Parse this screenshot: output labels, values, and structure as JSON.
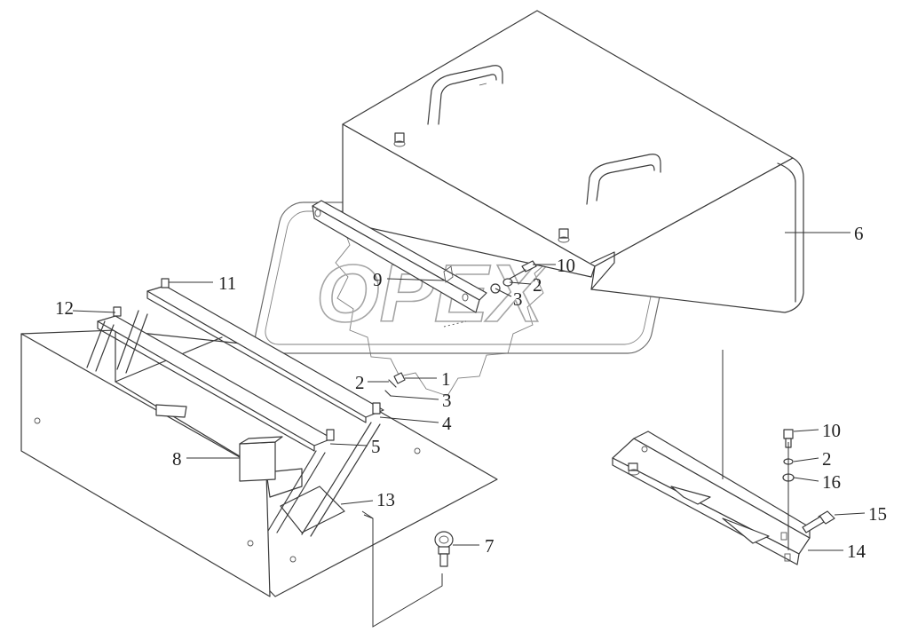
{
  "watermark": {
    "text": "OPEX"
  },
  "callouts": [
    {
      "id": "c-6",
      "label": "6"
    },
    {
      "id": "c-10a",
      "label": "10"
    },
    {
      "id": "c-9",
      "label": "9"
    },
    {
      "id": "c-2a",
      "label": "2"
    },
    {
      "id": "c-3a",
      "label": "3"
    },
    {
      "id": "c-11",
      "label": "11"
    },
    {
      "id": "c-12",
      "label": "12"
    },
    {
      "id": "c-1",
      "label": "1"
    },
    {
      "id": "c-2b",
      "label": "2"
    },
    {
      "id": "c-3b",
      "label": "3"
    },
    {
      "id": "c-4",
      "label": "4"
    },
    {
      "id": "c-5",
      "label": "5"
    },
    {
      "id": "c-8",
      "label": "8"
    },
    {
      "id": "c-13",
      "label": "13"
    },
    {
      "id": "c-7",
      "label": "7"
    },
    {
      "id": "c-10b",
      "label": "10"
    },
    {
      "id": "c-2c",
      "label": "2"
    },
    {
      "id": "c-16",
      "label": "16"
    },
    {
      "id": "c-15",
      "label": "15"
    },
    {
      "id": "c-14",
      "label": "14"
    }
  ]
}
